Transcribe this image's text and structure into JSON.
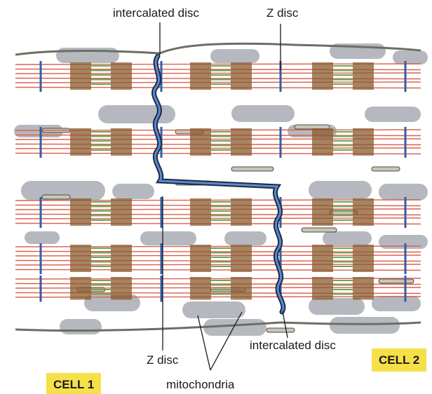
{
  "labels": {
    "intercalated_top": "intercalated disc",
    "z_disc_top": "Z disc",
    "z_disc_bottom": "Z disc",
    "intercalated_bottom": "intercalated disc",
    "mitochondria": "mitochondria",
    "cell1": "CELL 1",
    "cell2": "CELL 2"
  },
  "colors": {
    "actin_red": "#d9624e",
    "myosin_green": "#6fa65a",
    "myosin_brown": "#8a5a2e",
    "z_disc_blue": "#2f5fa8",
    "mitochondria_gray": "#a8adb4",
    "membrane": "#6b6f63",
    "label_yellow": "#f6e04a"
  }
}
